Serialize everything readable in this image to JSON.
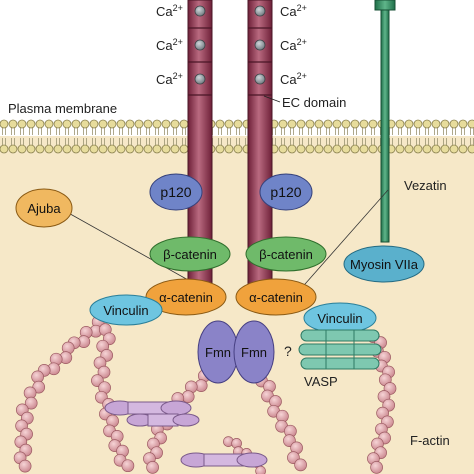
{
  "labels": {
    "ca_ions": [
      "Ca",
      "Ca",
      "Ca"
    ],
    "ca_superscript": "2+",
    "plasma_membrane": "Plasma membrane",
    "ec_domain": "EC domain",
    "vezatin": "Vezatin",
    "ajuba": "Ajuba",
    "p120_left": "p120",
    "p120_right": "p120",
    "beta_catenin_left": "β-catenin",
    "beta_catenin_right": "β-catenin",
    "alpha_catenin_left": "α-catenin",
    "alpha_catenin_right": "α-catenin",
    "myosin_viia": "Myosin VIIa",
    "vinculin_left": "Vinculin",
    "vinculin_right": "Vinculin",
    "fmn_left": "Fmn",
    "fmn_right": "Fmn",
    "question_mark": "?",
    "vasp": "VASP",
    "f_actin": "F-actin"
  },
  "colors": {
    "cytoplasm": "#f6e8c8",
    "membrane_head": "#e7dc9c",
    "cadherin": "#8a2f47",
    "cadherin_light": "#c47a8f",
    "p120": "#6f84c8",
    "beta_catenin": "#6fba6a",
    "alpha_catenin": "#f0a23c",
    "ajuba": "#f0b860",
    "vinculin": "#6ec5e0",
    "myosin": "#5ab0cc",
    "vezatin": "#2e8a5e",
    "formin": "#8a83c8",
    "vasp": "#7ec8b0",
    "actin": "#e6aab0",
    "crosslinker": "#c7a6d6"
  }
}
